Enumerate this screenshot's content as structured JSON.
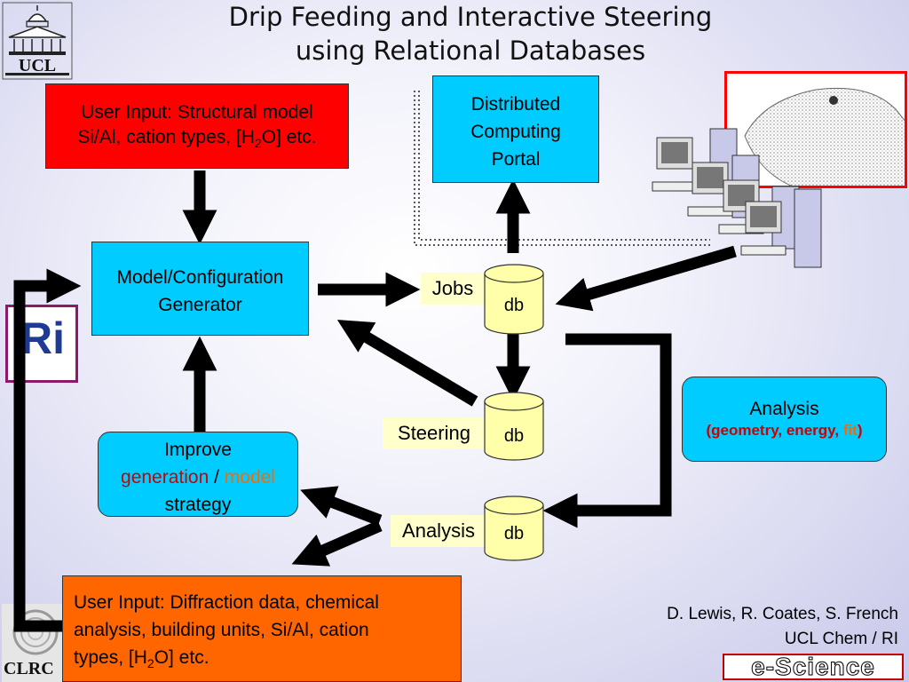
{
  "title": {
    "line1": "Drip Feeding and Interactive Steering",
    "line2": "using Relational Databases"
  },
  "logos": {
    "ucl": "UCL",
    "ri": "Ri",
    "clrc": "CLRC"
  },
  "boxes": {
    "user_input_structural": {
      "line1": "User Input: Structural model",
      "line2_pre": "Si/Al, cation types, [H",
      "line2_sub": "2",
      "line2_post": "O] etc."
    },
    "distributed_portal": {
      "line1": "Distributed",
      "line2": "Computing",
      "line3": "Portal"
    },
    "model_generator": {
      "line1": "Model/Configuration",
      "line2": "Generator"
    },
    "improve": {
      "line1": "Improve",
      "generation": "generation",
      "slash": " / ",
      "model": "model",
      "line3": "strategy"
    },
    "analysis_box": {
      "line1": "Analysis",
      "paren_open": "(",
      "geometry": "geometry, energy",
      "comma": ", ",
      "fit": "fit",
      "paren_close": ")"
    },
    "user_input_diffraction": {
      "line1": "User Input: Diffraction data, chemical",
      "line2": "analysis, building units, Si/Al, cation",
      "line3_pre": "types, [H",
      "line3_sub": "2",
      "line3_post": "O] etc."
    }
  },
  "db_labels": {
    "jobs": "Jobs",
    "steering": "Steering",
    "analysis": "Analysis"
  },
  "db_text": "db",
  "credits": {
    "line1": "D. Lewis, R. Coates, S. French",
    "line2": "UCL Chem / RI"
  },
  "escience": "e-Science",
  "colors": {
    "red_box": "#ff0000",
    "cyan_box": "#00ccff",
    "orange_box": "#ff6600",
    "highlight_red": "#cc0000",
    "highlight_orange": "#ff6600",
    "db_fill": "#ffffaa",
    "label_fill": "#ffffcc"
  }
}
